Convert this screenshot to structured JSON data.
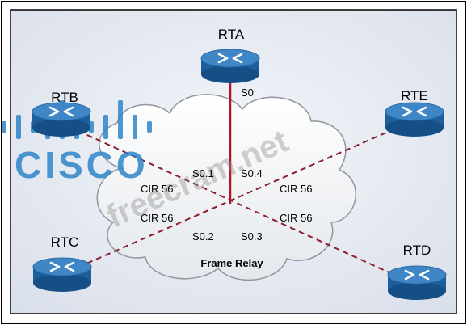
{
  "routers": {
    "rta": {
      "name": "RTA"
    },
    "rtb": {
      "name": "RTB"
    },
    "rtc": {
      "name": "RTC"
    },
    "rtd": {
      "name": "RTD"
    },
    "rte": {
      "name": "RTE"
    }
  },
  "interfaces": {
    "s0": "S0",
    "s0_1": "S0.1",
    "s0_2": "S0.2",
    "s0_3": "S0.3",
    "s0_4": "S0.4"
  },
  "links": {
    "cir_tl": "CIR 56",
    "cir_bl": "CIR 56",
    "cir_tr": "CIR 56",
    "cir_br": "CIR 56"
  },
  "cloud": {
    "label": "Frame Relay"
  },
  "watermarks": {
    "brand": "CISCO",
    "site": "freecram.net"
  },
  "colors": {
    "border": "#000000",
    "background": "#e6ebf3",
    "cloud_fill": "#f4f6f8",
    "cloud_stroke": "#8f969c",
    "router_top": "#3f86c6",
    "router_body": "#1d5f9c",
    "link_red": "#b4142a",
    "link_dashed": "#8a1e2b",
    "watermark": "#2e86c9"
  }
}
